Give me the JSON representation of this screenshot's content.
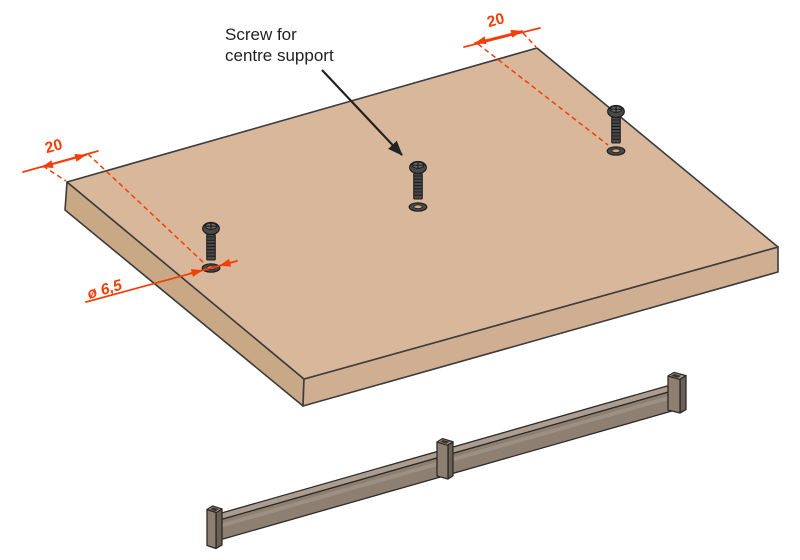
{
  "annotations": {
    "screw_callout": {
      "line1": "Screw for",
      "line2": "centre support"
    },
    "dim_top_left": "20",
    "dim_top_right": "20",
    "hole_diameter": "ø 6,5"
  },
  "colors": {
    "background": "#ffffff",
    "ink": "#222222",
    "accent": "#f13f0a",
    "outline": "#3c3c3c",
    "board-top": "#d8b79a",
    "board-left": "#c9a886",
    "board-right": "#cfae92",
    "screw-body": "#4a4a4a",
    "screw-lite": "#6e6e6e",
    "screw-dark": "#1c1c1c",
    "rail-top": "#ab9e90",
    "rail-front": "#8d8073",
    "rail-strip": "#9d9082",
    "rail-side": "#6b6055",
    "rail-hollow": "#3a342d",
    "rail-edge": "#2e2a25"
  }
}
